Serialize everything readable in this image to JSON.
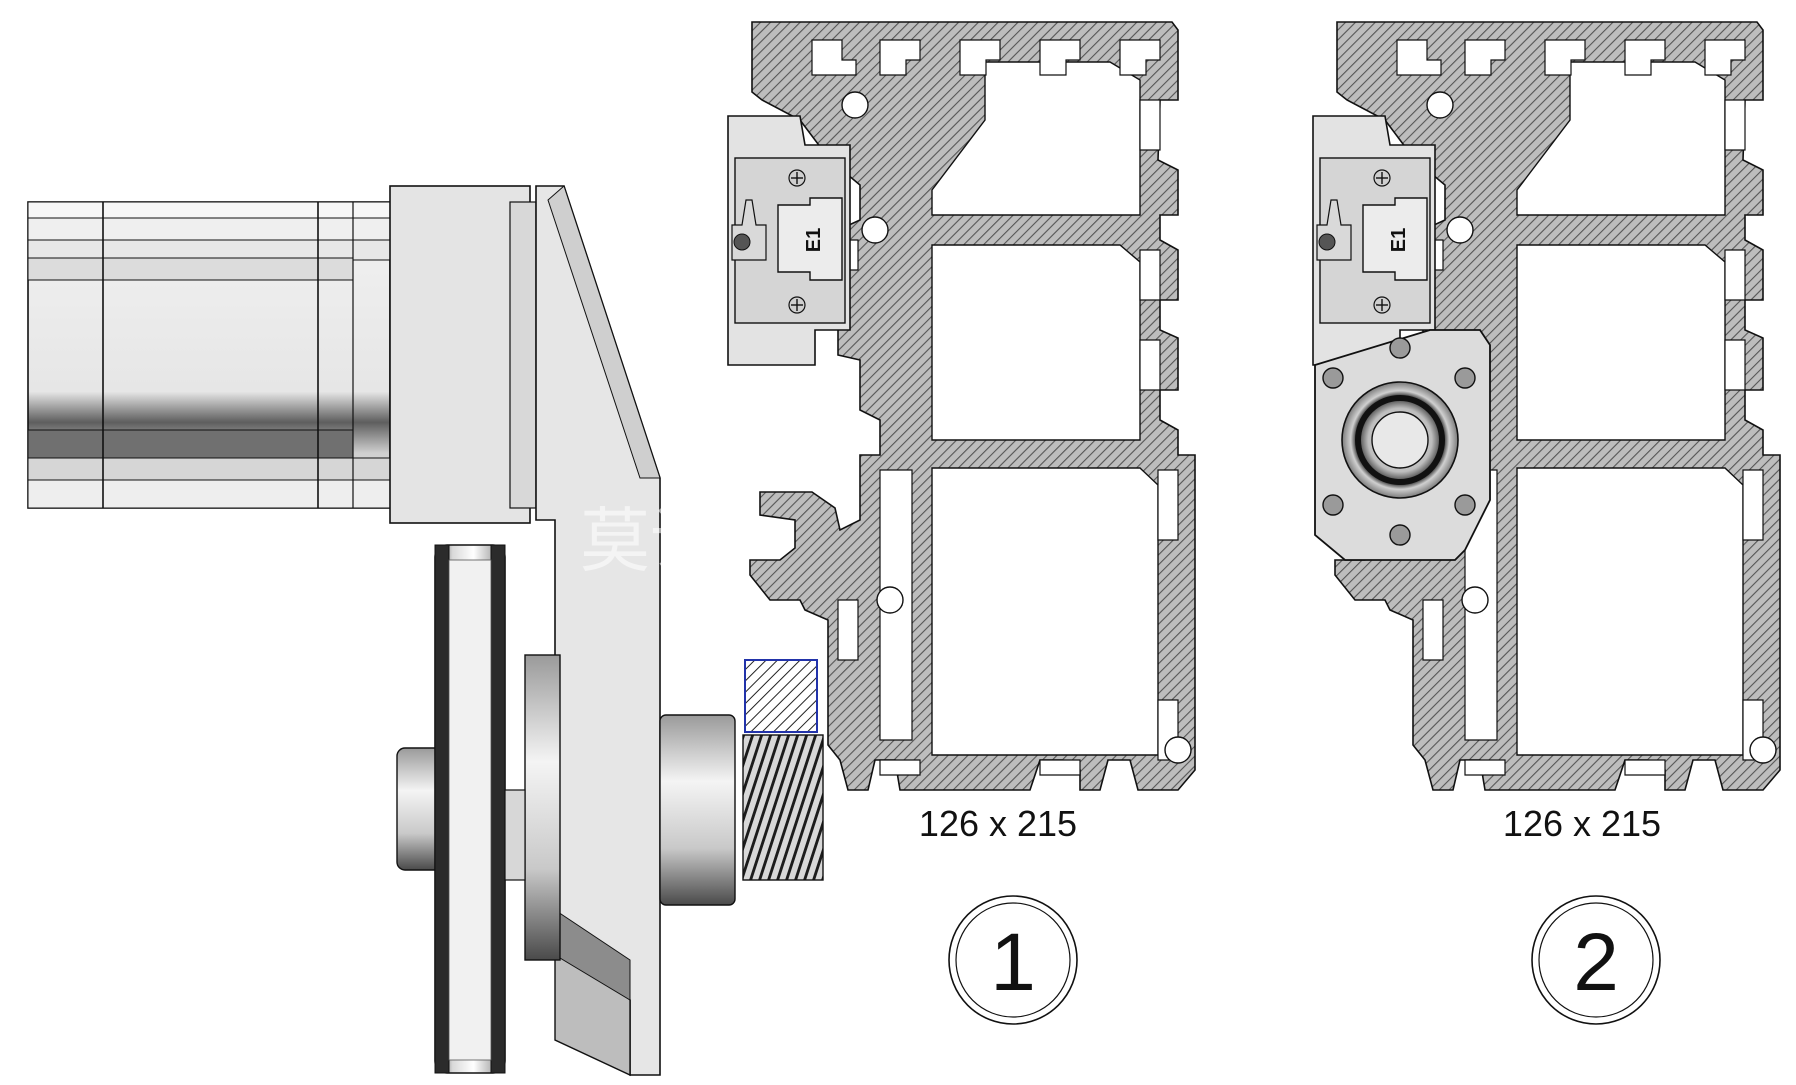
{
  "figure": {
    "labels": {
      "profile_1_size": "126 x 215",
      "profile_2_size": "126 x 215",
      "callout_1": "1",
      "callout_2": "2",
      "carriage_mark_1": "E1",
      "carriage_mark_2": "E1",
      "watermark": "莫讯"
    },
    "colors": {
      "part_light": "#e6e6e6",
      "part_mid": "#c4c4c4",
      "part_dark": "#6a6a6a",
      "outline": "#111111",
      "section_hatch": "#7a7a7a",
      "background": "#ffffff"
    }
  }
}
